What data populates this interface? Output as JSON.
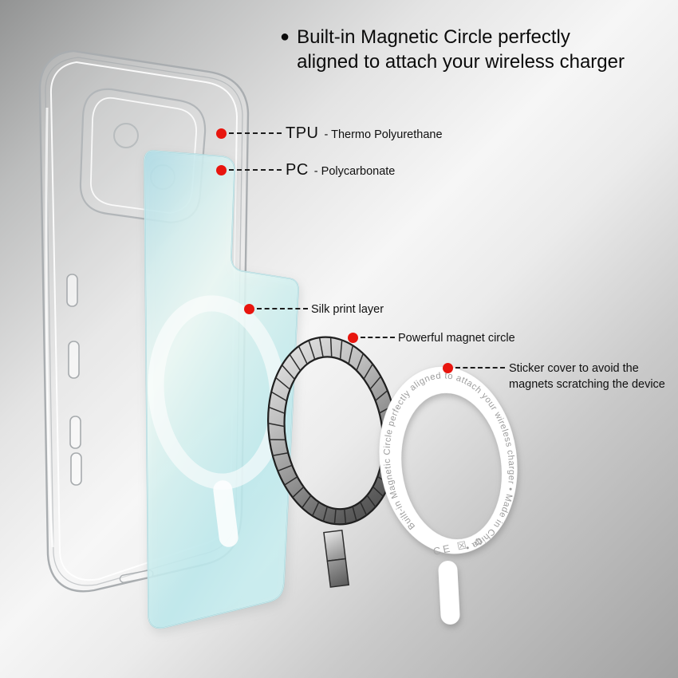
{
  "title": {
    "bullet": "●",
    "line1": "Built-in Magnetic Circle perfectly",
    "line2": "aligned to attach your wireless charger"
  },
  "callouts": {
    "tpu": {
      "abbr": "TPU",
      "desc": "- Thermo Polyurethane"
    },
    "pc": {
      "abbr": "PC",
      "desc": "- Polycarbonate"
    },
    "silk_print": {
      "label": "Silk print layer"
    },
    "magnet_circle": {
      "label": "Powerful magnet circle"
    },
    "sticker_cover": {
      "line1": "Sticker cover to avoid the",
      "line2": "magnets scratching the device"
    }
  },
  "sticker_ring": {
    "curved_text": "Built-in Magnetic Circle perfectly aligned to attach your wireless charger • Made in China •",
    "certification_marks": "CE ☒ ♻"
  },
  "colors": {
    "marker_red": "#e8150e",
    "label_text": "#101010",
    "plate_teal": "#cdeef0",
    "magnet_gray": "#5a5a5a",
    "sticker_white": "#ffffff",
    "background_silver": "#cfcfcf"
  }
}
